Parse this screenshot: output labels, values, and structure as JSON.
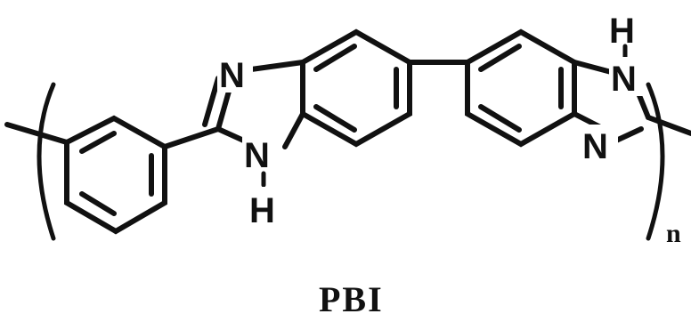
{
  "molecule": {
    "caption": "PBI",
    "repeat_subscript": "n",
    "atoms": {
      "n_left_imidazole_top": "N",
      "n_left_imidazole_bottom": "N",
      "h_left_imidazole": "H",
      "n_right_imidazole_top": "N",
      "h_right_imidazole": "H",
      "n_right_imidazole_bottom": "N"
    }
  }
}
